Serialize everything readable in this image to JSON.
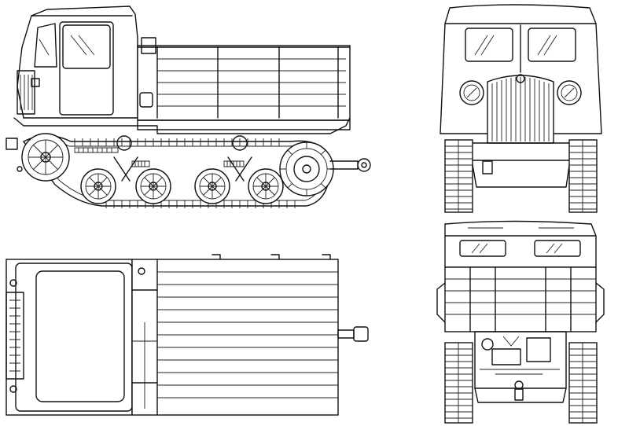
{
  "drawing": {
    "views": [
      {
        "id": "side-view",
        "label": ""
      },
      {
        "id": "front-view",
        "label": ""
      },
      {
        "id": "top-view",
        "label": ""
      },
      {
        "id": "rear-view",
        "label": ""
      }
    ],
    "background": "#ffffff",
    "line_color": "#111111"
  }
}
